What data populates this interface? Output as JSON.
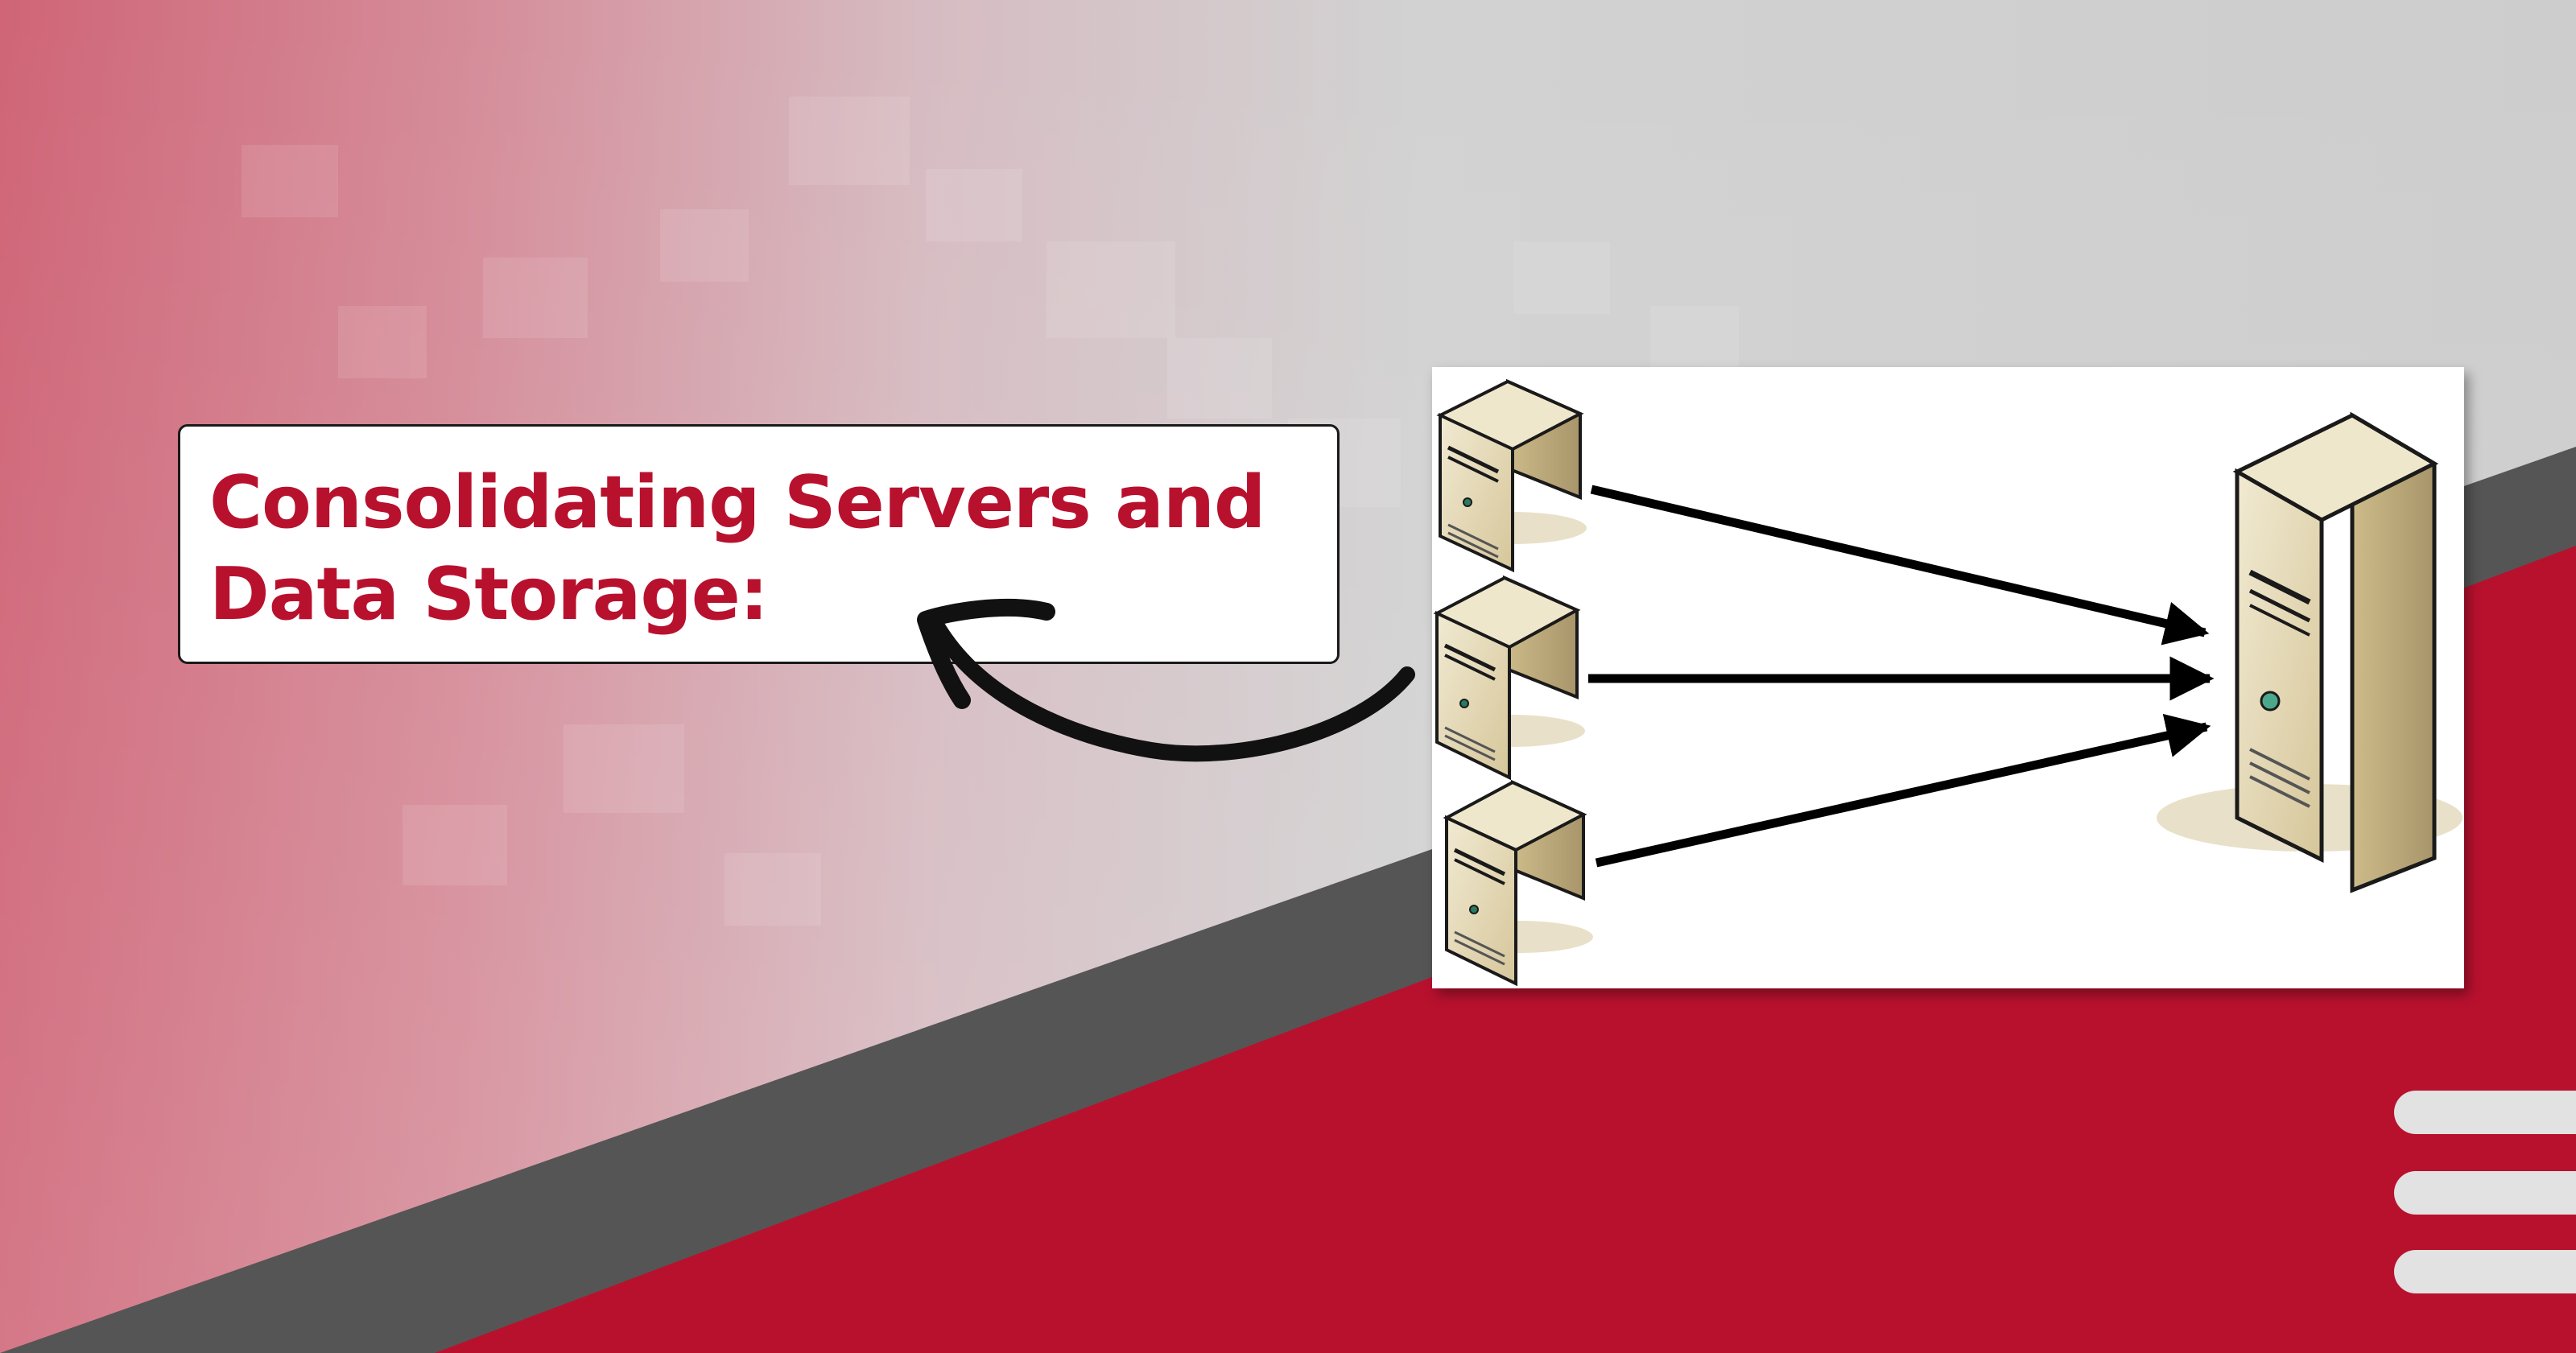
{
  "title": {
    "line1": "Consolidating Servers and",
    "line2": "Data Storage:"
  },
  "colors": {
    "brand_red": "#b8112e",
    "band_gray": "#555555",
    "server_beige": "#e2d5b0",
    "menu_bar": "#e2e2e2"
  },
  "diagram": {
    "source_servers": 3,
    "target_servers": 1
  },
  "icons": [
    "hand-drawn-arrow-icon",
    "server-icon",
    "menu-icon"
  ]
}
